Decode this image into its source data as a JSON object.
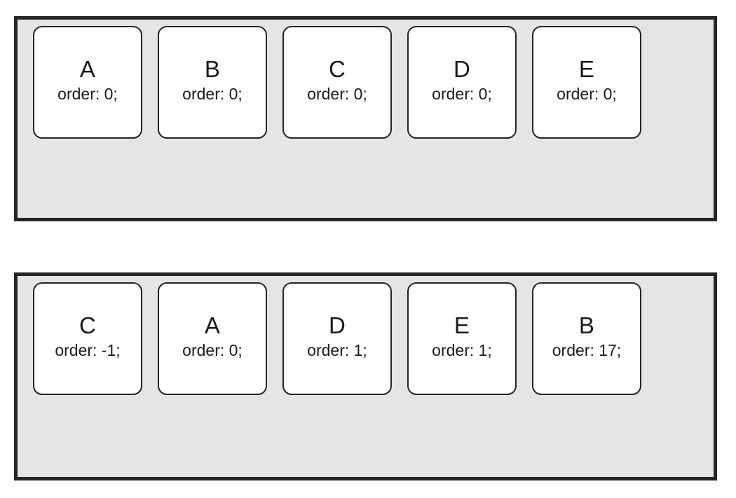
{
  "page": {
    "title": "CSS flexbox order property illustration",
    "background_color": "#ffffff"
  },
  "style_tokens": {
    "container_background": "#e4e5e7",
    "container_border_color": "#242424",
    "item_background": "#ffffff",
    "item_border_color": "#242424",
    "text_color": "#1b1b1b"
  },
  "containers": [
    {
      "name": "source-order-row",
      "items": [
        {
          "letter": "A",
          "order": "order: 0;"
        },
        {
          "letter": "B",
          "order": "order: 0;"
        },
        {
          "letter": "C",
          "order": "order: 0;"
        },
        {
          "letter": "D",
          "order": "order: 0;"
        },
        {
          "letter": "E",
          "order": "order: 0;"
        }
      ]
    },
    {
      "name": "reordered-row",
      "items": [
        {
          "letter": "C",
          "order": "order: -1;"
        },
        {
          "letter": "A",
          "order": "order: 0;"
        },
        {
          "letter": "D",
          "order": "order: 1;"
        },
        {
          "letter": "E",
          "order": "order: 1;"
        },
        {
          "letter": "B",
          "order": "order: 17;"
        }
      ]
    }
  ]
}
